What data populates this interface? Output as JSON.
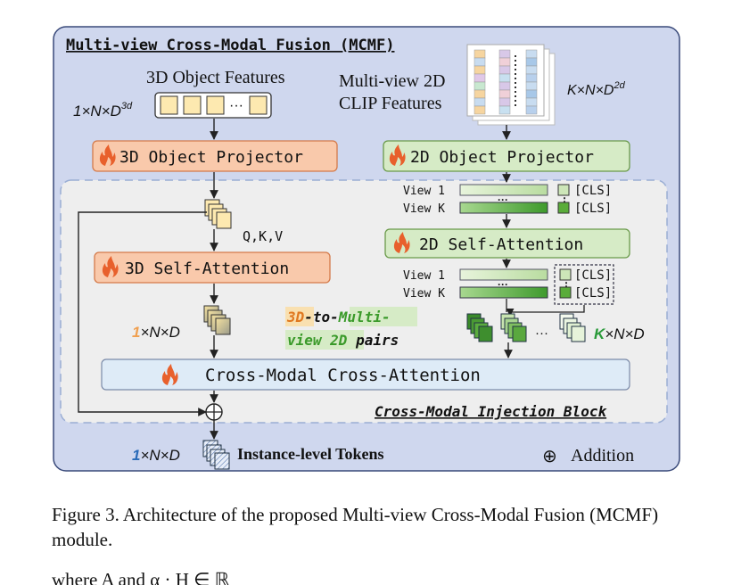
{
  "mcmf_title": "Multi-view Cross-Modal Fusion (MCMF)",
  "object_features": {
    "title": "3D Object Features",
    "dims": "1×N×D",
    "dims_sup": "3d",
    "ellipsis": "···"
  },
  "clip_features": {
    "title_line1": "Multi-view 2D",
    "title_line2": "CLIP  Features",
    "dims": "K×N×D",
    "dims_sup": "2d"
  },
  "projector_3d": "3D Object Projector",
  "projector_2d": "2D Object Projector",
  "view_labels": {
    "view1": "View 1",
    "viewk": "View K",
    "cls": "[CLS]",
    "dots": "···"
  },
  "qkv": "Q,K,V",
  "self_attention_3d": "3D Self-Attention",
  "self_attention_2d": "2D Self-Attention",
  "dims_1nd": {
    "prefix": "1",
    "rest": "×N×D"
  },
  "dims_knd": {
    "prefix": "K",
    "rest": "×N×D"
  },
  "pairs_label": {
    "part1": "3D",
    "part2": "-to-",
    "part3": "Multi-",
    "part4": "view 2D",
    "part5": " pairs"
  },
  "cross_attention": "Cross-Modal Cross-Attention",
  "injection_block": "Cross-Modal Injection Block",
  "output": {
    "dims_prefix": "1",
    "dims_rest": "×N×D",
    "label": "Instance-level Tokens"
  },
  "legend": {
    "symbol": "⊕",
    "label": "Addition"
  },
  "caption": "Figure 3.  Architecture of the proposed Multi-view Cross-Modal Fusion (MCMF) module.",
  "bottom_text": "where  A  and  α  ·  H  ∈  ℝ",
  "colors": {
    "outer_bg": "#cfd7ee",
    "outer_border": "#3a4a7a",
    "inner_bg": "#eeeeee",
    "orange_box": "#f9c9ab",
    "orange_border": "#d47a4a",
    "green_box": "#d6ebc6",
    "green_border": "#6a9a4a",
    "cross_box": "#deebf7",
    "feature_fill": "#fde9b0",
    "flame": "#e8602c",
    "blue_accent": "#2a6bb8",
    "green_accent": "#2a9a3a"
  }
}
